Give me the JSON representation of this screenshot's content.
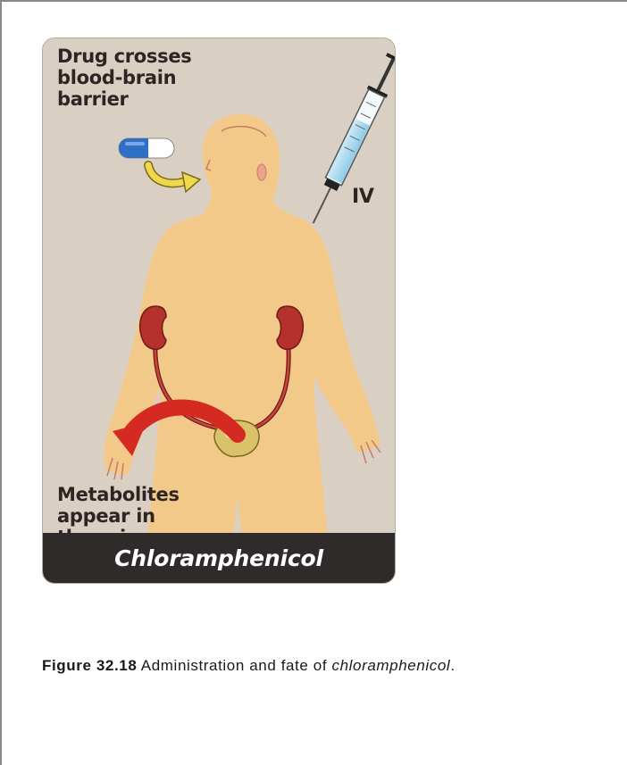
{
  "figure": {
    "labels": {
      "bbb": [
        "Drug crosses",
        "blood-brain",
        "barrier"
      ],
      "iv": "IV",
      "metabolites": [
        "Metabolites",
        "appear in",
        "the urine"
      ]
    },
    "banner_title": "Chloramphenicol",
    "icons": {
      "capsule": "capsule-icon",
      "syringe": "syringe-icon",
      "kidneys": "kidney-icon",
      "bladder": "bladder-icon"
    },
    "colors": {
      "card_background": "#d9d0c3",
      "body_fill": "#e9a08d",
      "body_glow": "#f4c98a",
      "kidney": "#b5312b",
      "bladder": "#d9c26a",
      "exit_arrow": "#d42a22",
      "oral_arrow": "#efd84a",
      "banner": "#2f2b2a",
      "syringe_fluid": "#a8d8ee"
    }
  },
  "caption": {
    "figure_number": "Figure 32.18",
    "text": " Administration and fate of ",
    "drug_name": "chloramphenicol",
    "end": "."
  }
}
